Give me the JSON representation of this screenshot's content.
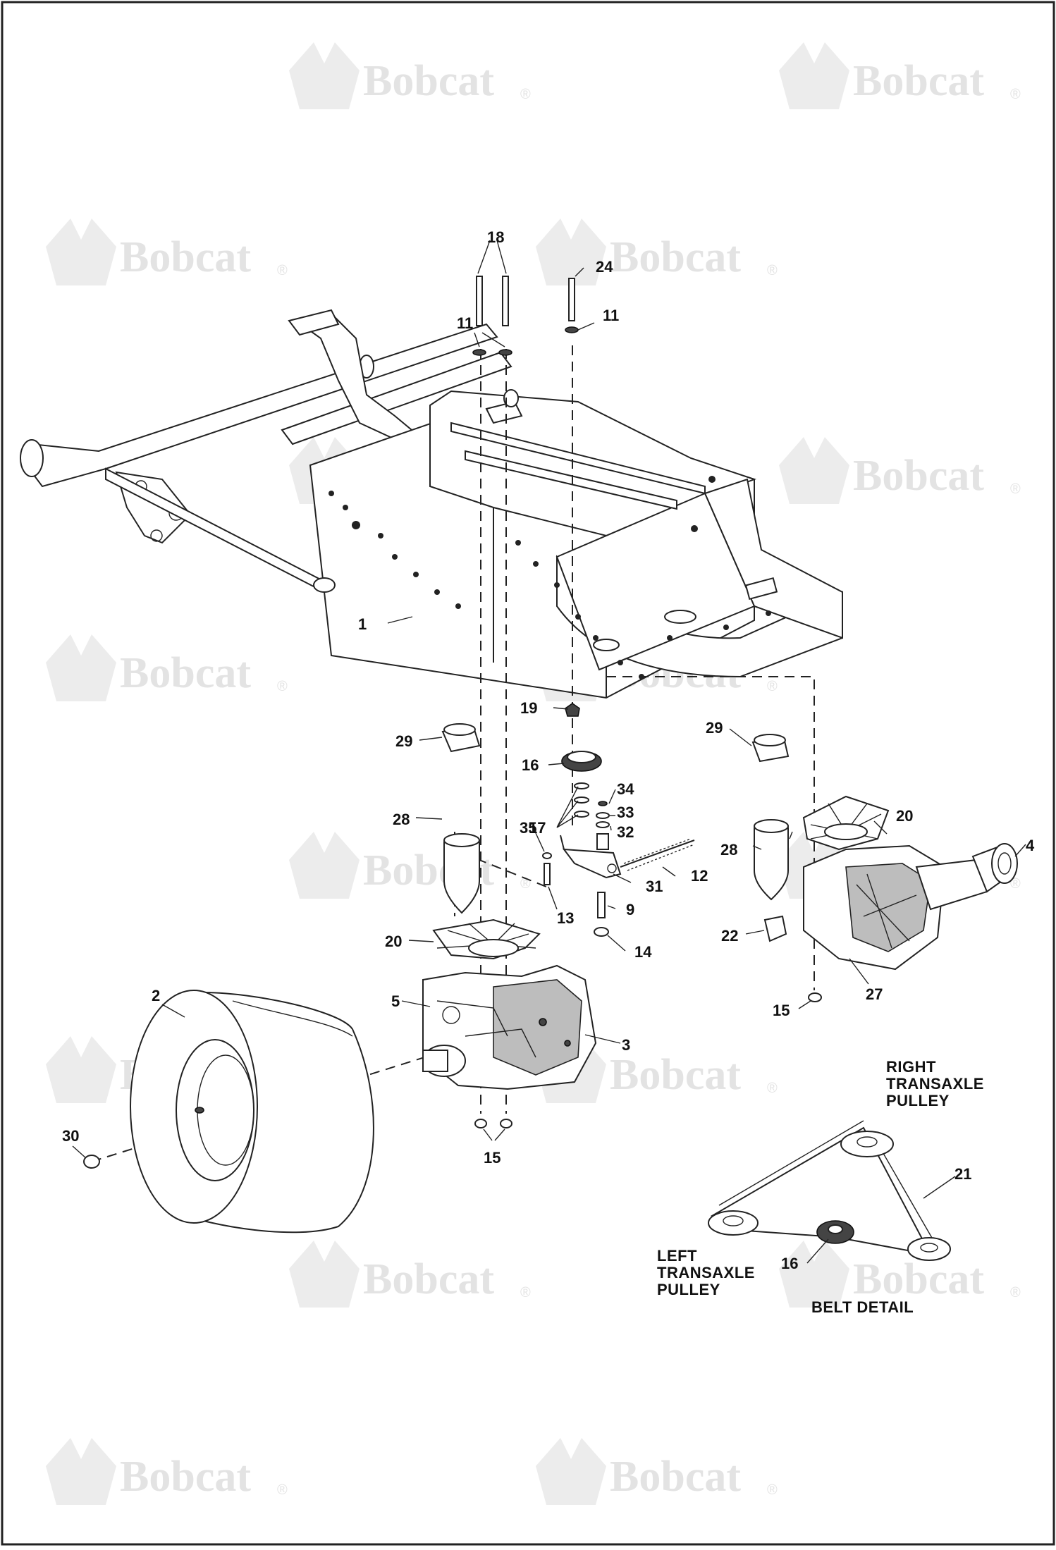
{
  "watermark": {
    "brand": "Bobcat",
    "mark": "®"
  },
  "callouts": {
    "c1": "1",
    "c2": "2",
    "c3": "3",
    "c4": "4",
    "c5": "5",
    "c9": "9",
    "c11a": "11",
    "c11b": "11",
    "c12": "12",
    "c13": "13",
    "c14": "14",
    "c15a": "15",
    "c15b": "15",
    "c16a": "16",
    "c16b": "16",
    "c17": "17",
    "c18": "18",
    "c19": "19",
    "c20a": "20",
    "c20b": "20",
    "c21": "21",
    "c22": "22",
    "c24": "24",
    "c27": "27",
    "c28a": "28",
    "c28b": "28",
    "c29a": "29",
    "c29b": "29",
    "c30": "30",
    "c31": "31",
    "c32": "32",
    "c33": "33",
    "c34": "34",
    "c35": "35"
  },
  "belt_detail": {
    "right_pulley": [
      "RIGHT",
      "TRANSAXLE",
      "PULLEY"
    ],
    "left_pulley": [
      "LEFT",
      "TRANSAXLE",
      "PULLEY"
    ],
    "caption": "BELT DETAIL"
  }
}
